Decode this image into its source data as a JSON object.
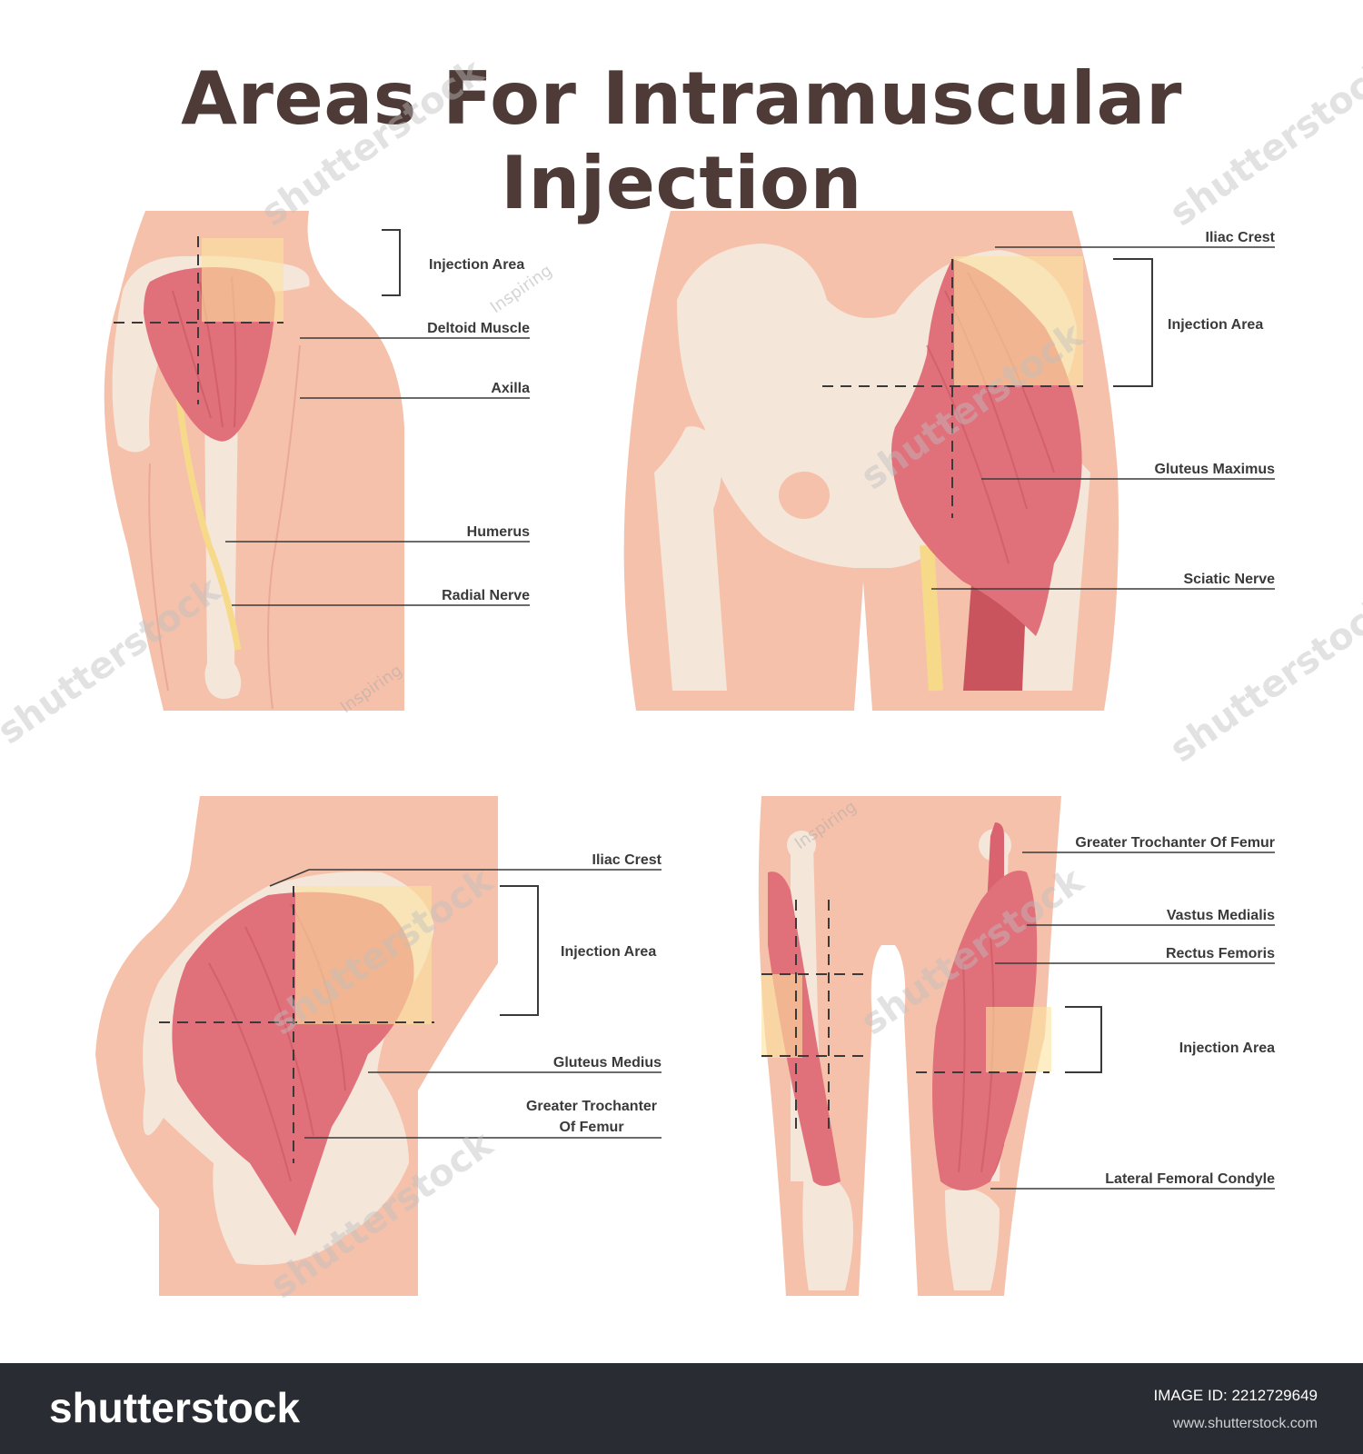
{
  "title": "Areas For Intramuscular Injection",
  "panels": {
    "deltoid": {
      "labels": {
        "injection_area": "Injection Area",
        "deltoid_muscle": "Deltoid Muscle",
        "axilla": "Axilla",
        "humerus": "Humerus",
        "radial_nerve": "Radial Nerve"
      }
    },
    "dorsogluteal": {
      "labels": {
        "iliac_crest": "Iliac Crest",
        "injection_area": "Injection Area",
        "gluteus_maximus": "Gluteus Maximus",
        "sciatic_nerve": "Sciatic Nerve"
      }
    },
    "ventrogluteal": {
      "labels": {
        "iliac_crest": "Iliac Crest",
        "injection_area": "Injection Area",
        "gluteus_medius": "Gluteus Medius",
        "greater_trochanter_line1": "Greater Trochanter",
        "greater_trochanter_line2": "Of Femur"
      }
    },
    "vastus_lateralis": {
      "labels": {
        "greater_trochanter": "Greater Trochanter Of Femur",
        "vastus_medialis": "Vastus Medialis",
        "rectus_femoris": "Rectus Femoris",
        "injection_area": "Injection Area",
        "lateral_femoral_condyle": "Lateral Femoral Condyle"
      }
    }
  },
  "watermarks": {
    "stock": "shutterstock",
    "artist": "Inspiring"
  },
  "footer": {
    "brand": "shutterstock",
    "image_id": "IMAGE ID: 2212729649",
    "site": "www.shutterstock.com"
  },
  "colors": {
    "skin": "#f6c1ab",
    "bone": "#f5e6da",
    "muscle": "#e0707a",
    "muscle_dark": "#c9545e",
    "nerve": "#f7d98a",
    "injection_overlay": "#fbe3a0",
    "title": "#4e3a36",
    "footer_bg": "#2a2c33"
  }
}
